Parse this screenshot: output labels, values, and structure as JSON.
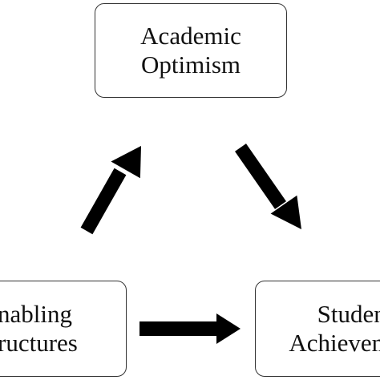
{
  "nodes": {
    "top": {
      "line1": "Academic",
      "line2": "Optimism"
    },
    "left": {
      "line1": "Enabling",
      "line2": "Structures"
    },
    "right": {
      "line1": "Student",
      "line2": "Achievement"
    }
  },
  "arrow_color": "#000000",
  "border_color": "#333333"
}
